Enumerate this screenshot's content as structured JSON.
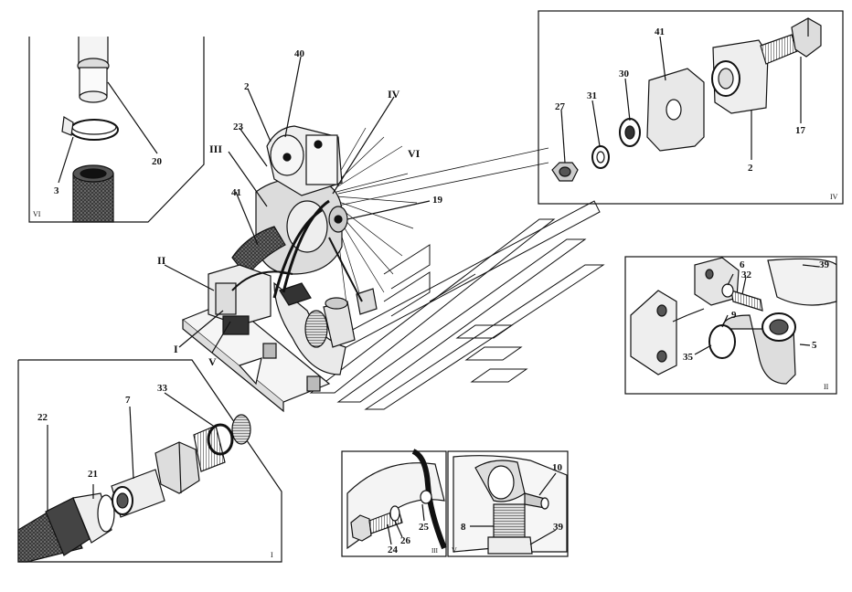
{
  "callouts": {
    "main": {
      "n40": "40",
      "n2": "2",
      "n23": "23",
      "roman_iv": "IV",
      "roman_vi": "VI",
      "roman_iii": "III",
      "n41": "41",
      "n19": "19",
      "roman_ii": "II",
      "roman_i": "I",
      "roman_v": "V"
    },
    "inset_vi": {
      "n20": "20",
      "n3": "3",
      "tag": "VI"
    },
    "inset_iv": {
      "n41": "41",
      "n30": "30",
      "n27": "27",
      "n31": "31",
      "n17": "17",
      "n2": "2",
      "tag": "IV"
    },
    "inset_ii": {
      "n6": "6",
      "n32": "32",
      "n39": "39",
      "n9": "9",
      "n5": "5",
      "n35": "35",
      "tag": "II"
    },
    "inset_i": {
      "n22": "22",
      "n7": "7",
      "n33": "33",
      "n21": "21",
      "tag": "I"
    },
    "inset_iii": {
      "n25": "25",
      "n26": "26",
      "n24": "24",
      "tag": "III"
    },
    "inset_v": {
      "n10": "10",
      "n8": "8",
      "n39": "39",
      "tag": "V"
    }
  },
  "colors": {
    "ink": "#111111",
    "paper": "#ffffff",
    "shade": "#6a6a6a",
    "dark": "#2a2a2a"
  }
}
